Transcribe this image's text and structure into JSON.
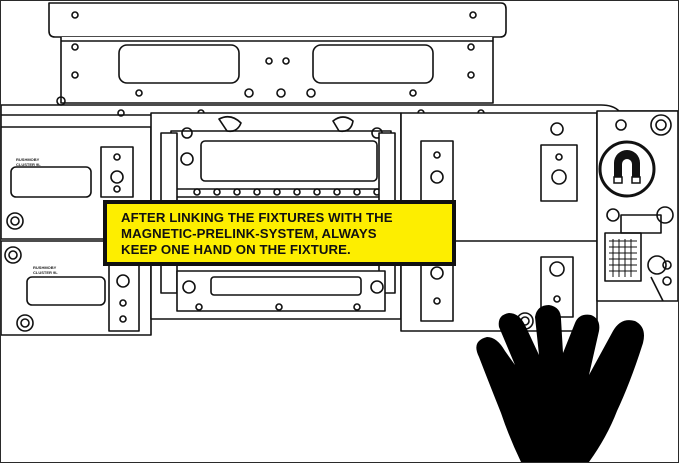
{
  "warning": {
    "lines": [
      "AFTER LINKING THE FIXTURES WITH THE",
      "MAGNETIC-PRELINK-SYSTEM, ALWAYS",
      "KEEP ONE HAND ON THE FIXTURE."
    ]
  },
  "fixture_label": {
    "line1": "RUSHMOBY",
    "line2": "CLUSTER 9L"
  },
  "icons": [
    "magnet-icon",
    "hand-icon"
  ],
  "colors": {
    "warning_fill": "#fdee00",
    "outline": "#111111",
    "background": "#ffffff"
  }
}
